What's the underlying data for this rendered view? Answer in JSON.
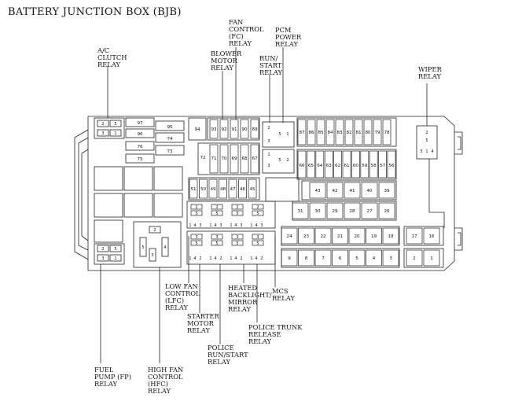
{
  "title": "BATTERY JUNCTION BOX (BJB)",
  "labels": {
    "ac_clutch": "A/C\nCLUTCH\nRELAY",
    "blower_motor": "BLOWER\nMOTOR\nRELAY",
    "fan_control": "FAN\nCONTROL\n(FC)\nRELAY",
    "run_start": "RUN/\nSTART\nRELAY",
    "pcm_power": "PCM\nPOWER\nRELAY",
    "wiper": "WIPER\nRELAY",
    "fuel_pump": "FUEL\nPUMP (FP)\nRELAY",
    "hfc": "HIGH FAN\nCONTROL\n(HFC)\nRELAY",
    "lfc": "LOW FAN\nCONTROL\n(LFC)\nRELAY",
    "starter": "STARTER\nMOTOR\nRELAY",
    "police_run": "POLICE\nRUN/START\nRELAY",
    "heated": "HEATED\nBACKLIGHT/\nMIRROR\nRELAY",
    "trunk": "POLICE TRUNK\nRELEASE\nRELAY",
    "mcs": "MCS\nRELAY"
  },
  "fuses": {
    "f97": "97",
    "f96": "96",
    "f76": "76",
    "f75": "75",
    "f95": "95",
    "f74": "74",
    "f73": "73",
    "f94": "94",
    "f72": "72",
    "top_row": [
      "93",
      "92",
      "91",
      "90",
      "89"
    ],
    "mid_row": [
      "71",
      "70",
      "69",
      "68",
      "67"
    ],
    "low_row": [
      "51",
      "50",
      "49",
      "48",
      "47",
      "46",
      "45"
    ],
    "r87": [
      "87",
      "86",
      "85",
      "84",
      "83",
      "82",
      "81",
      "80",
      "79",
      "78"
    ],
    "r66": [
      "66",
      "65",
      "64",
      "63",
      "62",
      "61",
      "60",
      "59",
      "58",
      "57",
      "56"
    ],
    "r44": [
      "43",
      "42",
      "41",
      "40",
      "39"
    ],
    "r31": [
      "31",
      "30",
      "29",
      "28",
      "27",
      "26"
    ],
    "r24": [
      "24",
      "23",
      "22",
      "21",
      "20",
      "19",
      "18"
    ],
    "r9": [
      "9",
      "8",
      "7",
      "6",
      "5",
      "4",
      "3"
    ],
    "r17": [
      "17",
      "16"
    ],
    "r2": [
      "2",
      "1"
    ]
  },
  "pins": {
    "p1": "1",
    "p2": "2",
    "p3": "3",
    "p4": "4",
    "p5": "5"
  }
}
